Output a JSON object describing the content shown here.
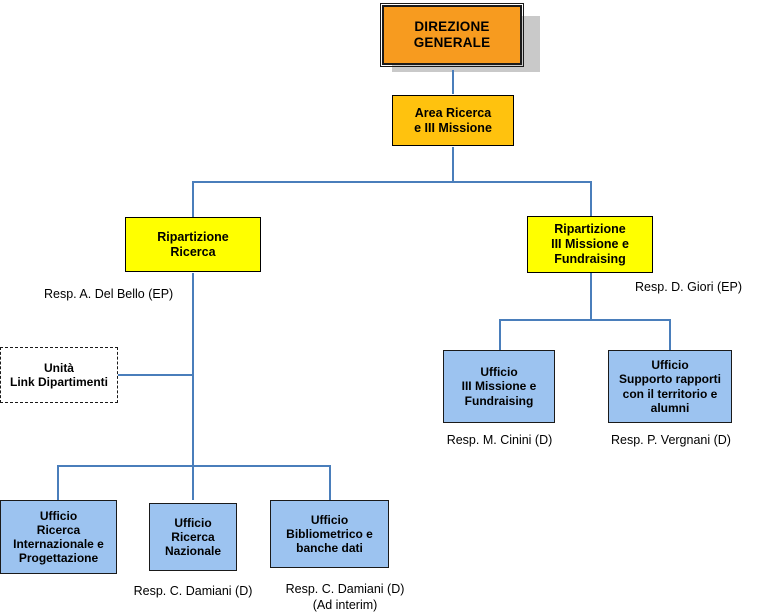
{
  "chart_data": {
    "type": "diagram",
    "title": "Organigramma Area Ricerca e III Missione",
    "diagram_kind": "organizational-chart",
    "orientation": "top-down",
    "colors": {
      "root": "#F79B1F",
      "division": "#FFC20E",
      "department": "#FFFF00",
      "office": "#9CC3F0",
      "unit_dashed": "#FFFFFF",
      "connector": "#4A7EBB",
      "shadow": "#C9C9C9",
      "text": "#000000"
    },
    "nodes": [
      {
        "id": "n1",
        "label": "DIREZIONE\nGENERALE",
        "level": 0,
        "style": "root",
        "responsible": null
      },
      {
        "id": "n2",
        "label": "Area Ricerca\ne III Missione",
        "level": 1,
        "style": "division",
        "responsible": null
      },
      {
        "id": "n3",
        "label": "Ripartizione\nRicerca",
        "level": 2,
        "style": "department",
        "responsible": "Resp. A. Del Bello (EP)"
      },
      {
        "id": "n4",
        "label": "Ripartizione\nIII Missione e\nFundraising",
        "level": 2,
        "style": "department",
        "responsible": "Resp. D. Giori (EP)"
      },
      {
        "id": "n5",
        "label": "Unità\nLink Dipartimenti",
        "level": 3,
        "style": "unit_dashed",
        "responsible": null
      },
      {
        "id": "n6",
        "label": "Ufficio\nIII Missione e\nFundraising",
        "level": 3,
        "style": "office",
        "responsible": "Resp. M. Cinini (D)"
      },
      {
        "id": "n7",
        "label": "Ufficio\nSupporto rapporti\ncon il territorio e\nalumni",
        "level": 3,
        "style": "office",
        "responsible": "Resp. P. Vergnani (D)"
      },
      {
        "id": "n8",
        "label": "Ufficio\nRicerca\nInternazionale e\nProgettazione",
        "level": 4,
        "style": "office",
        "responsible": null
      },
      {
        "id": "n9",
        "label": "Ufficio\nRicerca\nNazionale",
        "level": 4,
        "style": "office",
        "responsible": "Resp. C. Damiani (D)"
      },
      {
        "id": "n10",
        "label": "Ufficio\nBibliometrico e\nbanche dati",
        "level": 4,
        "style": "office",
        "responsible": "Resp. C. Damiani (D)\n(Ad interim)"
      }
    ],
    "edges": [
      {
        "from": "n1",
        "to": "n2"
      },
      {
        "from": "n2",
        "to": "n3"
      },
      {
        "from": "n2",
        "to": "n4"
      },
      {
        "from": "n3",
        "to": "n5"
      },
      {
        "from": "n3",
        "to": "n8"
      },
      {
        "from": "n3",
        "to": "n9"
      },
      {
        "from": "n3",
        "to": "n10"
      },
      {
        "from": "n4",
        "to": "n6"
      },
      {
        "from": "n4",
        "to": "n7"
      }
    ]
  },
  "boxes": {
    "direzione_generale": "DIREZIONE\nGENERALE",
    "area_ricerca": "Area Ricerca\ne III Missione",
    "ripartizione_ricerca": "Ripartizione\nRicerca",
    "ripartizione_terza_missione": "Ripartizione\nIII Missione e\nFundraising",
    "unita_link_dipartimenti": "Unità\nLink Dipartimenti",
    "ufficio_terza_missione": "Ufficio\nIII Missione e\nFundraising",
    "ufficio_supporto_rapporti": "Ufficio\nSupporto rapporti\ncon il territorio e\nalumni",
    "ufficio_ricerca_internazionale": "Ufficio\nRicerca\nInternazionale e\nProgettazione",
    "ufficio_ricerca_nazionale": "Ufficio\nRicerca\nNazionale",
    "ufficio_bibliometrico": "Ufficio\nBibliometrico e\nbanche dati"
  },
  "captions": {
    "resp_del_bello": "Resp. A. Del Bello (EP)",
    "resp_giori": "Resp. D. Giori (EP)",
    "resp_cinini": "Resp. M. Cinini (D)",
    "resp_vergnani": "Resp. P. Vergnani (D)",
    "resp_damiani_nazionale": "Resp. C. Damiani (D)",
    "resp_damiani_bibliometrico": "Resp. C. Damiani (D)\n(Ad interim)"
  }
}
